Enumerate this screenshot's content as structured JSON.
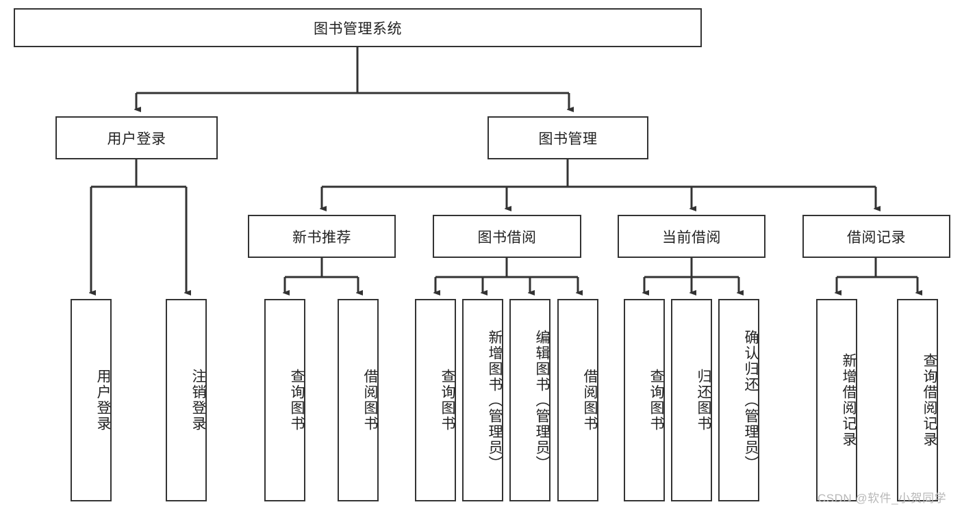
{
  "diagram": {
    "title": "图书管理系统",
    "type": "tree",
    "root": {
      "id": "root",
      "label": "图书管理系统"
    },
    "level2": [
      {
        "id": "user-login",
        "label": "用户登录"
      },
      {
        "id": "book-management",
        "label": "图书管理"
      }
    ],
    "level3": [
      {
        "id": "new-book-recommend",
        "label": "新书推荐",
        "parent": "book-management"
      },
      {
        "id": "book-borrow",
        "label": "图书借阅",
        "parent": "book-management"
      },
      {
        "id": "current-borrow",
        "label": "当前借阅",
        "parent": "book-management"
      },
      {
        "id": "borrow-record",
        "label": "借阅记录",
        "parent": "book-management"
      }
    ],
    "leaves": {
      "user_login": [
        {
          "id": "leaf-user-login",
          "label": "用户登录"
        },
        {
          "id": "leaf-logout",
          "label": "注销登录"
        }
      ],
      "new_book_recommend": [
        {
          "id": "leaf-query-book-1",
          "label": "查询图书"
        },
        {
          "id": "leaf-borrow-book-1",
          "label": "借阅图书"
        }
      ],
      "book_borrow": [
        {
          "id": "leaf-query-book-2",
          "label": "查询图书"
        },
        {
          "id": "leaf-add-book",
          "label": "新增图书（管理员）"
        },
        {
          "id": "leaf-edit-book",
          "label": "编辑图书（管理员）"
        },
        {
          "id": "leaf-borrow-book-2",
          "label": "借阅图书"
        }
      ],
      "current_borrow": [
        {
          "id": "leaf-query-book-3",
          "label": "查询图书"
        },
        {
          "id": "leaf-return-book",
          "label": "归还图书"
        },
        {
          "id": "leaf-confirm-return",
          "label": "确认归还（管理员）"
        }
      ],
      "borrow_record": [
        {
          "id": "leaf-add-record",
          "label": "新增借阅记录"
        },
        {
          "id": "leaf-query-record",
          "label": "查询借阅记录"
        }
      ]
    }
  },
  "watermark": {
    "text": "CSDN @软件_小贺同学"
  },
  "colors": {
    "stroke": "#333333",
    "background": "#ffffff",
    "text": "#222222",
    "watermark": "#b8b8b8"
  }
}
